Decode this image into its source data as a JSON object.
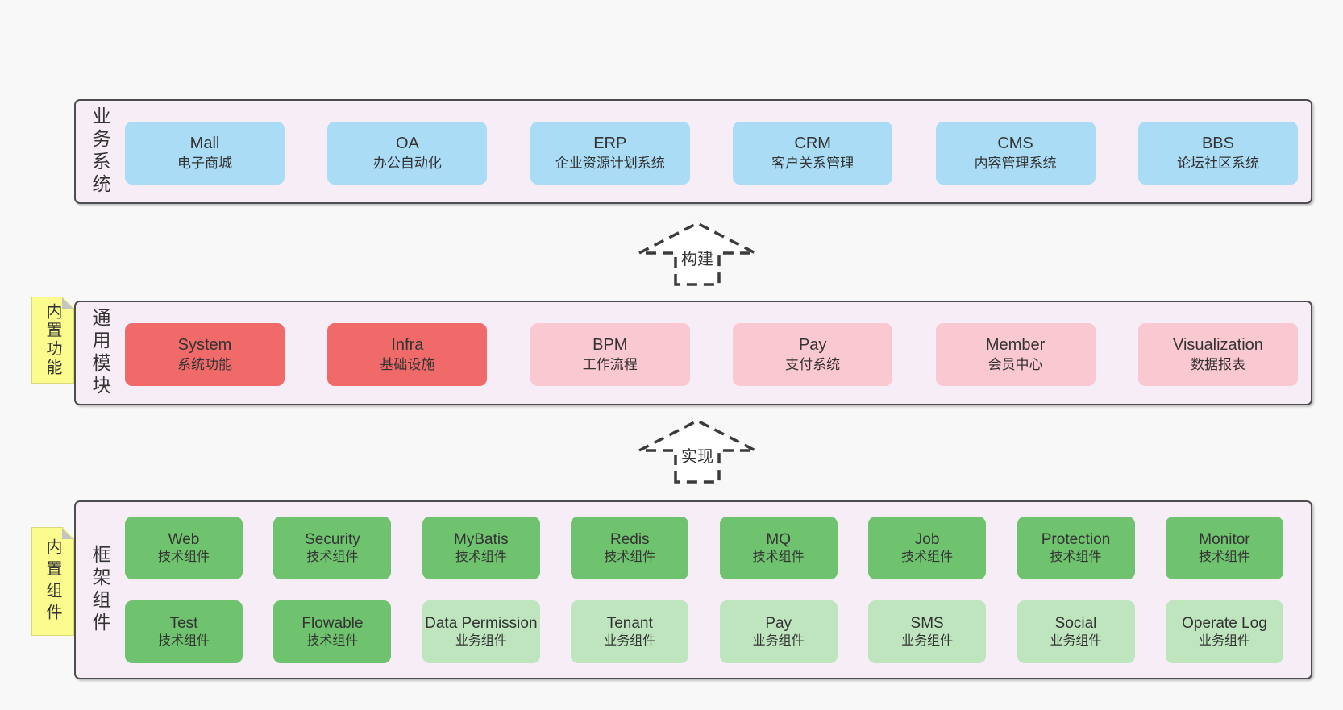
{
  "colors": {
    "page_background": "#f8f8f8",
    "layer_fill": "#f7edf6",
    "layer_border": "#4d4d4d",
    "blue_box": "#aadcf5",
    "red_box": "#f16a6a",
    "pink_box": "#fac8d1",
    "green_box": "#6fc36f",
    "light_green_box": "#bfe5bf",
    "sticky_note": "#fbfb8e",
    "text": "#333333"
  },
  "arrows": [
    {
      "label": "构建"
    },
    {
      "label": "实现"
    }
  ],
  "layers": {
    "business": {
      "label": "业务系统",
      "boxes": [
        {
          "en": "Mall",
          "cn": "电子商城"
        },
        {
          "en": "OA",
          "cn": "办公自动化"
        },
        {
          "en": "ERP",
          "cn": "企业资源计划系统"
        },
        {
          "en": "CRM",
          "cn": "客户关系管理"
        },
        {
          "en": "CMS",
          "cn": "内容管理系统"
        },
        {
          "en": "BBS",
          "cn": "论坛社区系统"
        }
      ]
    },
    "common": {
      "label": "通用模块",
      "note": "内置功能",
      "boxes": [
        {
          "en": "System",
          "cn": "系统功能"
        },
        {
          "en": "Infra",
          "cn": "基础设施"
        },
        {
          "en": "BPM",
          "cn": "工作流程"
        },
        {
          "en": "Pay",
          "cn": "支付系统"
        },
        {
          "en": "Member",
          "cn": "会员中心"
        },
        {
          "en": "Visualization",
          "cn": "数据报表"
        }
      ]
    },
    "framework": {
      "label": "框架组件",
      "note": "内置组件",
      "rows": [
        [
          {
            "en": "Web",
            "cn": "技术组件"
          },
          {
            "en": "Security",
            "cn": "技术组件"
          },
          {
            "en": "MyBatis",
            "cn": "技术组件"
          },
          {
            "en": "Redis",
            "cn": "技术组件"
          },
          {
            "en": "MQ",
            "cn": "技术组件"
          },
          {
            "en": "Job",
            "cn": "技术组件"
          },
          {
            "en": "Protection",
            "cn": "技术组件"
          },
          {
            "en": "Monitor",
            "cn": "技术组件"
          }
        ],
        [
          {
            "en": "Test",
            "cn": "技术组件"
          },
          {
            "en": "Flowable",
            "cn": "技术组件"
          },
          {
            "en": "Data Permission",
            "cn": "业务组件"
          },
          {
            "en": "Tenant",
            "cn": "业务组件"
          },
          {
            "en": "Pay",
            "cn": "业务组件"
          },
          {
            "en": "SMS",
            "cn": "业务组件"
          },
          {
            "en": "Social",
            "cn": "业务组件"
          },
          {
            "en": "Operate Log",
            "cn": "业务组件"
          }
        ]
      ]
    }
  }
}
